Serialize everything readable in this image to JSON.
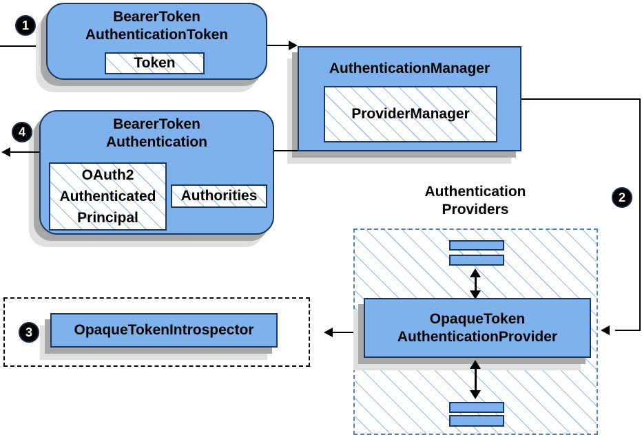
{
  "colors": {
    "node_fill": "#7fb2ec",
    "node_border": "#17375e",
    "hatch_line": "#a9c9ee",
    "providers_dash_border": "#4f81bd",
    "introspector_dash_border": "#000000",
    "shadow_dark": "#a8a8a8",
    "shadow_light": "#e0e0e0",
    "arrow": "#000000",
    "badge_bg": "#000000",
    "badge_text": "#ffffff"
  },
  "badges": {
    "step1": "1",
    "step2": "2",
    "step3": "3",
    "step4": "4"
  },
  "nodes": {
    "bearerTokenAuthenticationToken": {
      "title": "BearerToken\nAuthenticationToken",
      "inner": "Token"
    },
    "authenticationManager": {
      "title": "AuthenticationManager",
      "inner": "ProviderManager"
    },
    "bearerTokenAuthentication": {
      "title": "BearerToken\nAuthentication",
      "principal": "OAuth2\nAuthenticated\nPrincipal",
      "authorities": "Authorities"
    },
    "opaqueTokenIntrospector": {
      "title": "OpaqueTokenIntrospector"
    },
    "authenticationProviders": {
      "title": "Authentication\nProviders",
      "provider": "OpaqueToken\nAuthenticationProvider"
    }
  }
}
